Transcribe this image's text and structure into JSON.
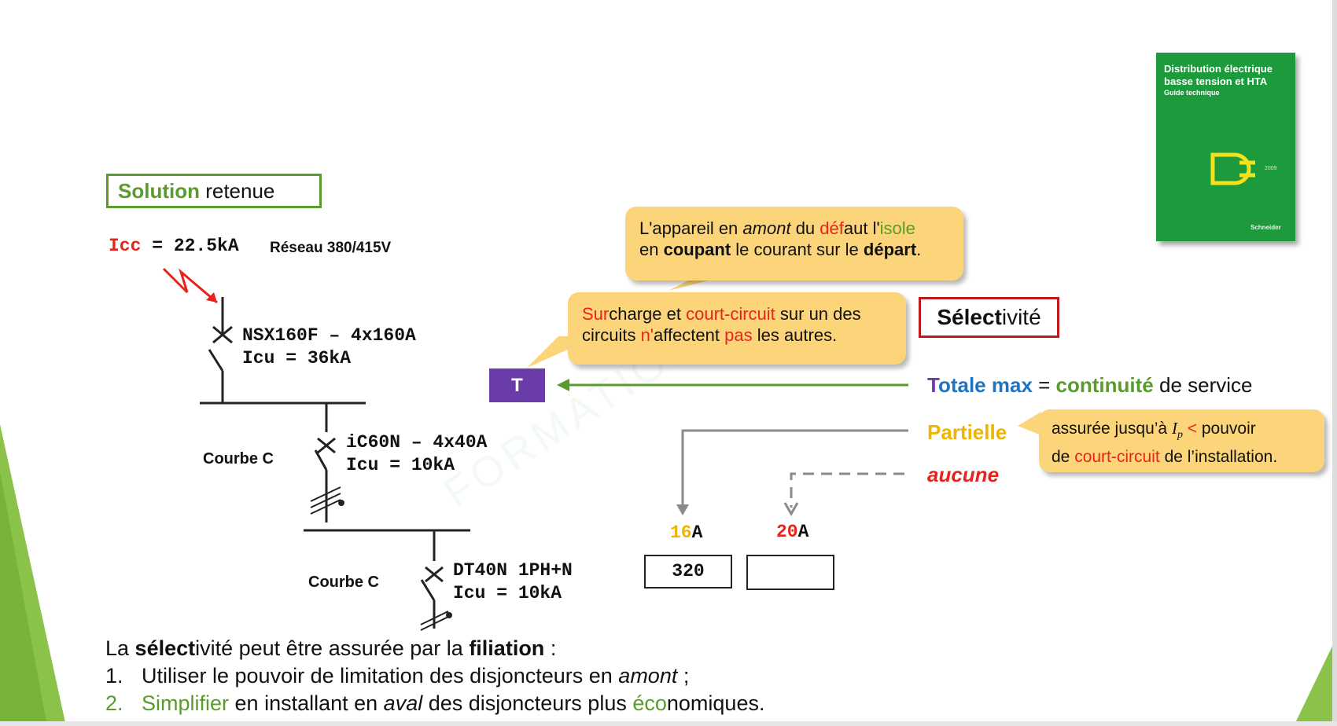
{
  "solution": {
    "label_a": "Solution",
    "label_b": " retenue"
  },
  "network": {
    "icc_label": "Icc",
    "icc_value": " = 22.5kA",
    "reseau": "Réseau 380/415V"
  },
  "devices": [
    {
      "name": "NSX160F – 4x160A",
      "icu": "Icu = 36kA",
      "courbe": ""
    },
    {
      "name": "iC60N – 4x40A",
      "icu": "Icu = 10kA",
      "courbe": "Courbe C"
    },
    {
      "name": "DT40N 1PH+N",
      "icu": "Icu = 10kA",
      "courbe": "Courbe C"
    }
  ],
  "bubble_amont": {
    "l1_a": "L'appareil en ",
    "l1_b": "amont",
    "l1_c": " du ",
    "l1_d": "déf",
    "l1_e": "aut l'",
    "l1_f": "isole",
    "l2_a": "en ",
    "l2_b": "coupant",
    "l2_c": " le courant sur le ",
    "l2_d": "départ",
    "l2_e": "."
  },
  "bubble_surcharge": {
    "l1_a": "Sur",
    "l1_b": "charge et ",
    "l1_c": "court-circuit",
    "l1_d": " sur un des",
    "l2_a": "circuits ",
    "l2_b": "n'",
    "l2_c": "affectent ",
    "l2_d": "pas",
    "l2_e": " les autres."
  },
  "selectivite": {
    "a": "Sélect",
    "b": "ivité"
  },
  "t_label": "T",
  "levels": {
    "totale_a": "T",
    "totale_b": "otale max",
    "eq": " = ",
    "continuite": "continuité",
    "service": " de service",
    "partielle": "Partielle",
    "aucune": "aucune"
  },
  "bubble_partielle": {
    "l1_a": "assurée jusqu’à ",
    "l1_ip": "I",
    "l1_sub": "p",
    "l1_lt": " < ",
    "l1_b": "pouvoir",
    "l2_a": "de ",
    "l2_b": "court-circuit",
    "l2_c": " de l’installation."
  },
  "amps": [
    {
      "num": "16",
      "unit": "A",
      "box": "320"
    },
    {
      "num": "20",
      "unit": "A",
      "box": ""
    }
  ],
  "bottom": {
    "l1_a": "La ",
    "l1_b": "sélect",
    "l1_c": "ivité peut être assurée par la ",
    "l1_d": "filiation",
    "l1_e": " :",
    "l2_num": "1.",
    "l2_a": "Utiliser le pouvoir de limitation des disjoncteurs en ",
    "l2_b": "amont",
    "l2_c": " ;",
    "l3_num": "2.",
    "l3_a": "Simplifier",
    "l3_b": " en installant en ",
    "l3_c": "aval",
    "l3_d": " des disjoncteurs plus ",
    "l3_e": "éco",
    "l3_f": "nomiques."
  },
  "guide": {
    "title": "Distribution électrique basse tension et HTA",
    "subtitle": "Guide technique",
    "year": "2009",
    "brand": "Schneider"
  },
  "watermark": "FORMATION",
  "colors": {
    "green": "#5a9b2e",
    "red": "#e8231c",
    "orange": "#f0b400",
    "blue": "#1f73c1",
    "purple": "#6a3ca8",
    "bubble": "#fcd57a",
    "cover": "#1d9a3c"
  }
}
